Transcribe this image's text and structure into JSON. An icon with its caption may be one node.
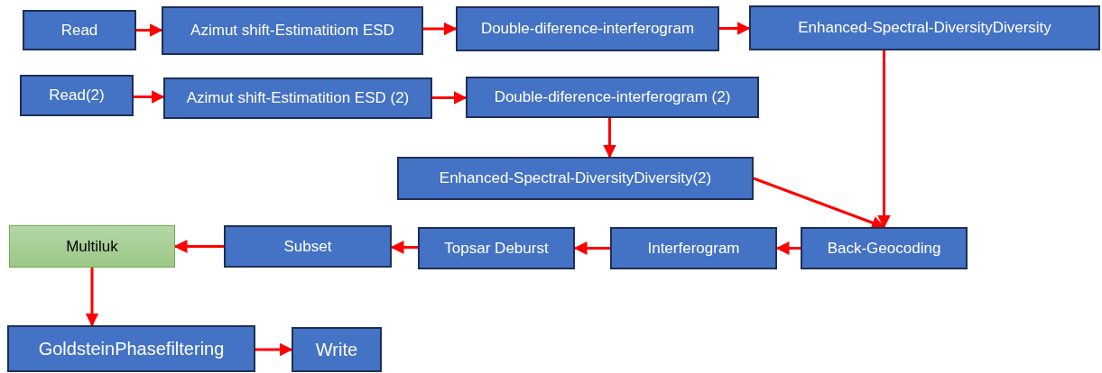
{
  "diagram": {
    "nodes": [
      {
        "text": [
          "Read"
        ]
      },
      {
        "text": [
          "Azimut shift-Estimatitiom ESD"
        ]
      },
      {
        "text": [
          "Double-diference-interferogram"
        ]
      },
      {
        "text": [
          "Enhanced-Spectral-DiversityDiversity"
        ]
      },
      {
        "text": [
          "Read(2)"
        ]
      },
      {
        "text": [
          "Azimut shift-Estimatition ESD (2)"
        ]
      },
      {
        "text": [
          "Double-diference-interferogram (2)"
        ]
      },
      {
        "text": [
          "Enhanced-Spectral-DiversityDiversity(2)"
        ]
      },
      {
        "text": [
          "Back-Geocoding"
        ]
      },
      {
        "text": [
          "Interferogram"
        ]
      },
      {
        "text": [
          "Topsar Deburst"
        ]
      },
      {
        "text": [
          "Subset"
        ]
      },
      {
        "text": [
          "Multiluk"
        ]
      },
      {
        "text": [
          "GoldsteinPhasefiltering"
        ]
      },
      {
        "text": [
          "Write"
        ]
      }
    ],
    "edges": [
      {
        "from": 0,
        "to": 1,
        "arrow": "to"
      },
      {
        "from": 1,
        "to": 2,
        "arrow": "to"
      },
      {
        "from": 2,
        "to": 3,
        "arrow": "to"
      },
      {
        "from": 4,
        "to": 5,
        "arrow": "to"
      },
      {
        "from": 5,
        "to": 6,
        "arrow": "to"
      },
      {
        "from": 6,
        "to": 7,
        "arrow": "to"
      },
      {
        "from": 7,
        "to": 8,
        "arrow": "to"
      },
      {
        "from": 3,
        "to": 8,
        "arrow": "to"
      },
      {
        "from": 8,
        "to": 9,
        "arrow": "to"
      },
      {
        "from": 9,
        "to": 10,
        "arrow": "to"
      },
      {
        "from": 10,
        "to": 11,
        "arrow": "to"
      },
      {
        "from": 11,
        "to": 12,
        "arrow": "to"
      },
      {
        "from": 12,
        "to": 13,
        "arrow": "to"
      },
      {
        "from": 13,
        "to": 14,
        "arrow": "to"
      }
    ]
  }
}
